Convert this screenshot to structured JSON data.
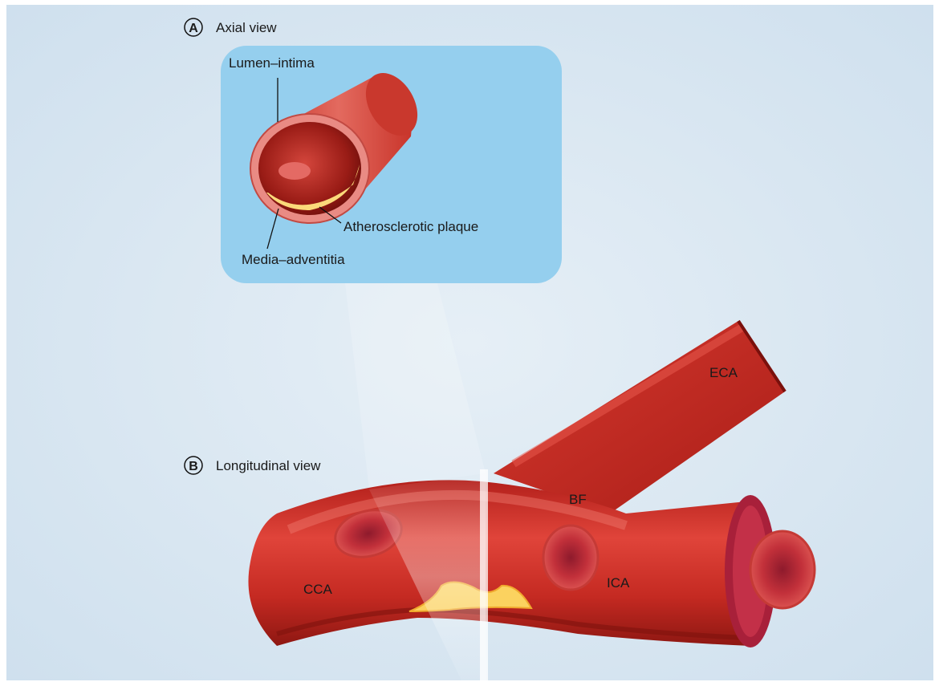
{
  "panels": {
    "axial": {
      "letter": "A",
      "title": "Axial view"
    },
    "longitudinal": {
      "letter": "B",
      "title": "Longitudinal view"
    }
  },
  "axial_labels": {
    "lumen_intima": "Lumen–intima",
    "plaque": "Atherosclerotic plaque",
    "media_adventitia": "Media–adventitia"
  },
  "vessel_labels": {
    "cca": "CCA",
    "ica": "ICA",
    "eca": "ECA",
    "bf": "BF"
  },
  "colors": {
    "background_outer": "#ffffff",
    "background_inner": "#dfeaf4",
    "axial_panel": "#95cfee",
    "vessel_red": "#cc2a22",
    "vessel_dark": "#8a1410",
    "plaque": "#fbd97a"
  }
}
